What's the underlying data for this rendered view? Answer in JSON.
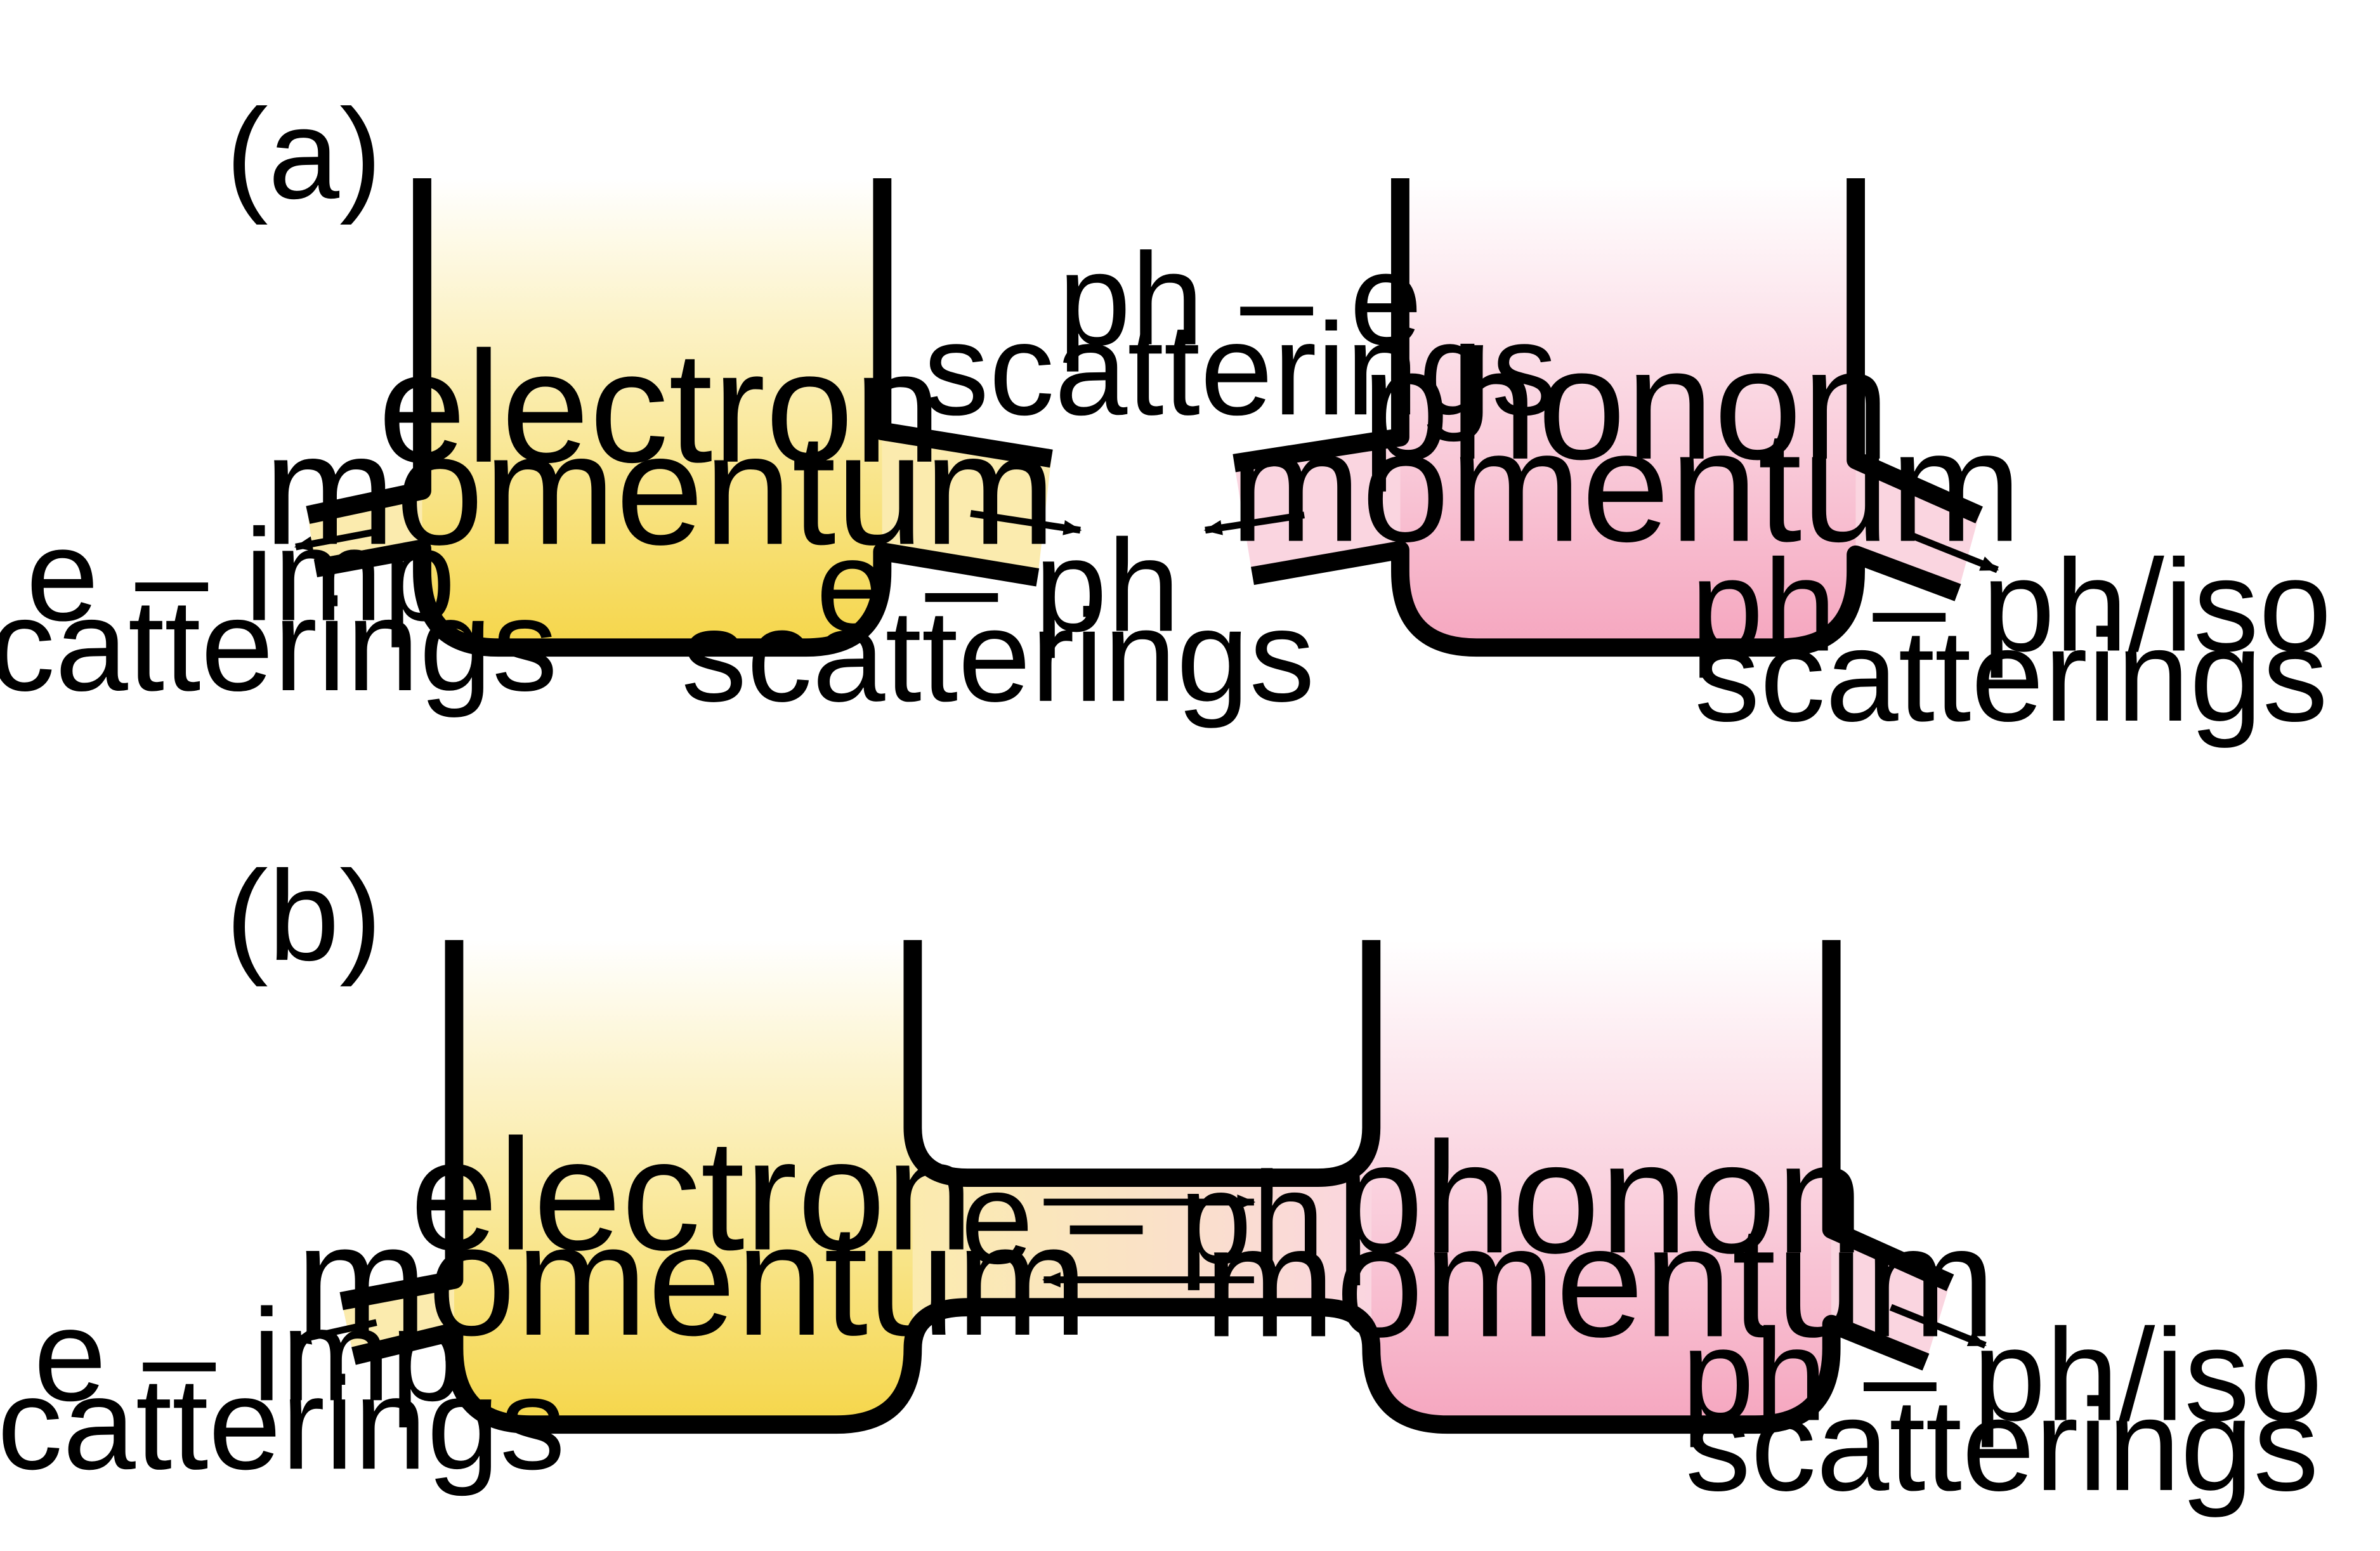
{
  "panel_a": {
    "tag": "(a)",
    "electron": {
      "line1": "electron",
      "line2": "momentum"
    },
    "phonon": {
      "line1": "phonon",
      "line2": "momentum"
    },
    "e_imp": {
      "line1": "e – imp",
      "line2": "scatterings"
    },
    "e_ph": {
      "line1": "e – ph",
      "line2": "scatterings"
    },
    "ph_e": {
      "line1": "ph – e",
      "line2": "scatterings"
    },
    "ph_ph_iso": {
      "line1": "ph – ph/iso",
      "line2": "scatterings"
    }
  },
  "panel_b": {
    "tag": "(b)",
    "electron": {
      "line1": "electron",
      "line2": "momentum"
    },
    "phonon": {
      "line1": "phonon",
      "line2": "momentum"
    },
    "e_imp": {
      "line1": "e – imp",
      "line2": "scatterings"
    },
    "coupling": {
      "label": "e – ph"
    },
    "ph_ph_iso": {
      "line1": "ph – ph/iso",
      "line2": "scatterings"
    }
  },
  "colors": {
    "electron_fill_bottom": "#F5D64A",
    "electron_fill_top": "#FFFFFF",
    "phonon_fill_bottom": "#F5A6BF",
    "phonon_fill_top": "#FFFFFF",
    "pipe_electron": "#FBEBAE",
    "pipe_phonon": "#FAD5E0",
    "coupling_channel": "#FAE2C6",
    "outline": "#000000"
  }
}
